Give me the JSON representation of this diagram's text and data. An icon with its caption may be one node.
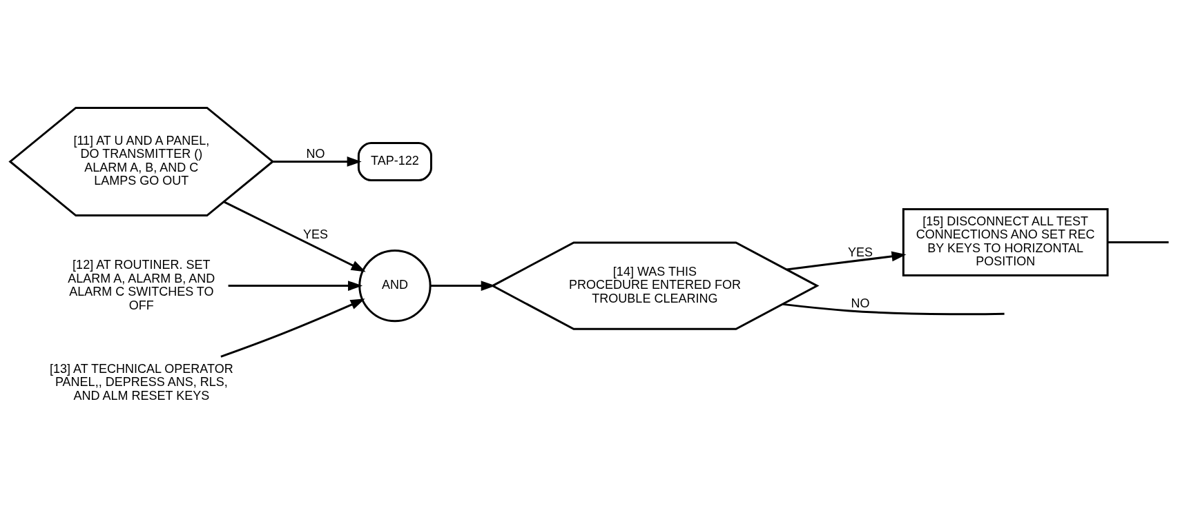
{
  "diagram": {
    "nodes": [
      {
        "text": [
          "[11] AT U AND A PANEL, DO TRANSMITTER () ALARM A, B, AND C LAMPS GO OUT"
        ]
      },
      {
        "text": [
          "TAP-122"
        ]
      },
      {
        "text": [
          "[12] AT ROUTINER. SET ALARM A, ALARM B, AND ALARM C SWITCHES TO OFF"
        ]
      },
      {
        "text": [
          "[13] AT TECHNICAL OPERATOR PANEL,, DEPRESS ANS, RLS, AND ALM RESET KEYS"
        ]
      },
      {
        "text": [
          "AND"
        ]
      },
      {
        "text": [
          "[14] WAS THIS PROCEDURE ENTERED FOR TROUBLE CLEARING"
        ]
      },
      {
        "text": [
          "[15] DISCONNECT ALL TEST CONNECTIONS ANO SET REC BY KEYS TO HORIZONTAL POSITION"
        ]
      }
    ],
    "edges": [
      {
        "from": 0,
        "to": 1,
        "arrow": "to",
        "label": "NO"
      },
      {
        "from": 0,
        "to": 4,
        "arrow": "to",
        "label": "YES"
      },
      {
        "from": 2,
        "to": 4,
        "arrow": "to"
      },
      {
        "from": 3,
        "to": 4,
        "arrow": "to"
      },
      {
        "from": 4,
        "to": 5,
        "arrow": "to"
      },
      {
        "from": 5,
        "to": 6,
        "arrow": "to",
        "label": "YES"
      },
      {
        "from": 5,
        "to": null,
        "arrow": "none",
        "label": "NO"
      },
      {
        "from": 6,
        "to": null,
        "arrow": "none"
      }
    ]
  }
}
